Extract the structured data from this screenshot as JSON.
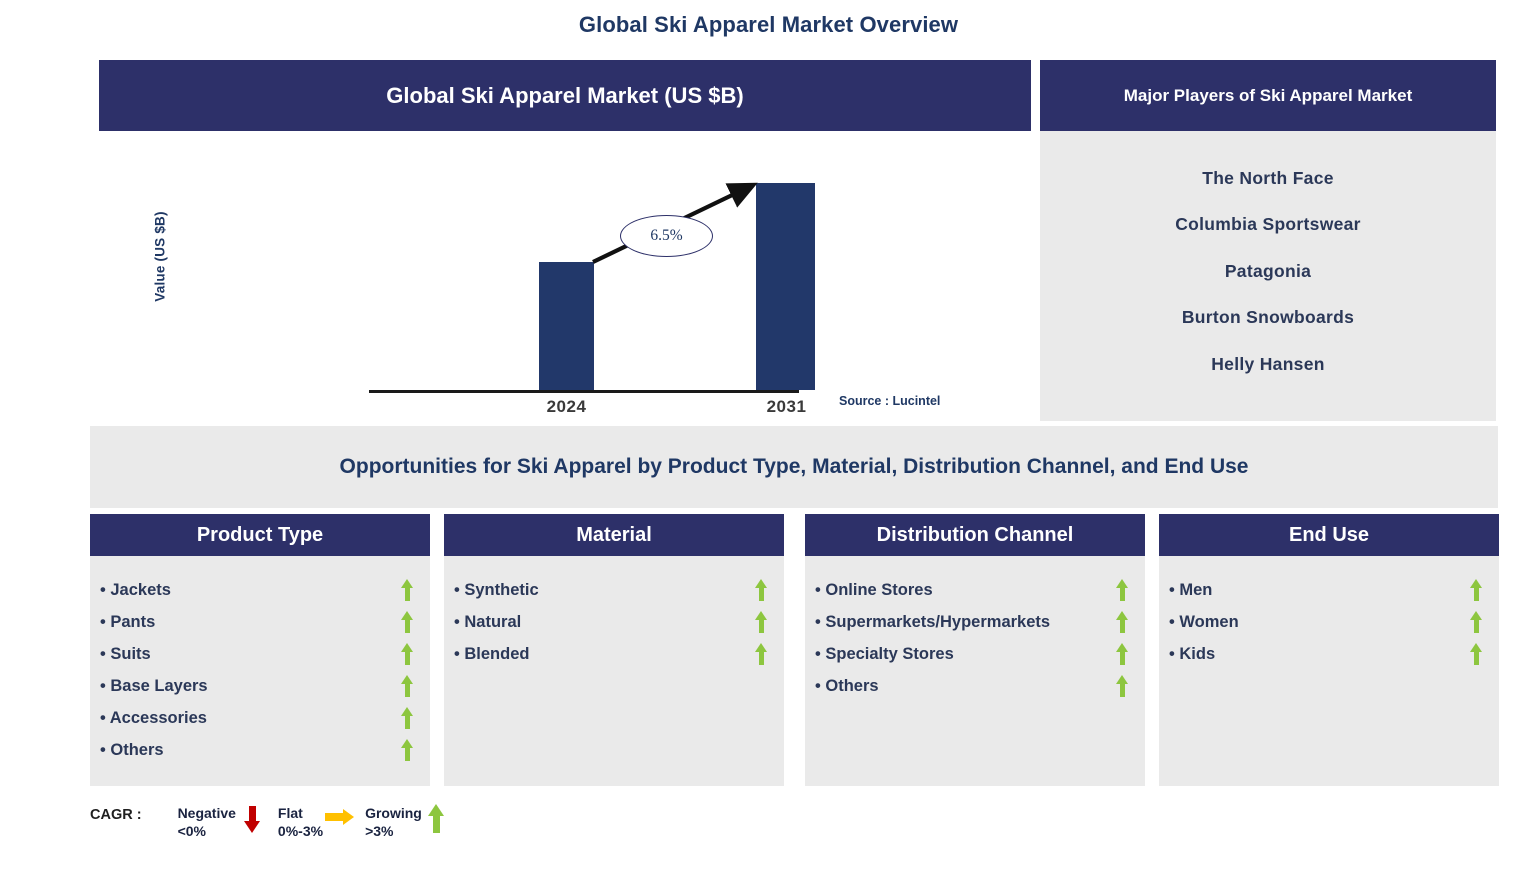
{
  "main_title": "Global Ski Apparel Market Overview",
  "chart_panel": {
    "header": "Global Ski Apparel Market (US $B)",
    "source": "Source : Lucintel"
  },
  "chart_data": {
    "type": "bar",
    "title": "Global Ski Apparel Market (US $B)",
    "categories": [
      "2024",
      "2031"
    ],
    "values": [
      62,
      100
    ],
    "ylabel": "Value (US $B)",
    "xlabel": "",
    "ylim": [
      0,
      118
    ],
    "grid": false,
    "legend": "none",
    "annotations": [
      {
        "label": "6.5%",
        "type": "cagr-bubble",
        "between": [
          "2024",
          "2031"
        ]
      }
    ],
    "bar_color": "#22386a",
    "source": "Source : Lucintel"
  },
  "players_panel": {
    "header": "Major Players of Ski Apparel Market",
    "items": [
      "The North Face",
      "Columbia Sportswear",
      "Patagonia",
      "Burton Snowboards",
      "Helly Hansen"
    ]
  },
  "opportunities_banner": "Opportunities for Ski Apparel by Product Type, Material, Distribution Channel, and End Use",
  "cards": [
    {
      "title": "Product Type",
      "items": [
        {
          "label": "• Jackets",
          "trend": "growing"
        },
        {
          "label": "• Pants",
          "trend": "growing"
        },
        {
          "label": "• Suits",
          "trend": "growing"
        },
        {
          "label": "• Base Layers",
          "trend": "growing"
        },
        {
          "label": "• Accessories",
          "trend": "growing"
        },
        {
          "label": "• Others",
          "trend": "growing"
        }
      ]
    },
    {
      "title": "Material",
      "items": [
        {
          "label": "• Synthetic",
          "trend": "growing"
        },
        {
          "label": "• Natural",
          "trend": "growing"
        },
        {
          "label": "• Blended",
          "trend": "growing"
        }
      ]
    },
    {
      "title": "Distribution Channel",
      "items": [
        {
          "label": "• Online  Stores",
          "trend": "growing"
        },
        {
          "label": "• Supermarkets/Hypermarkets",
          "trend": "growing"
        },
        {
          "label": "• Specialty  Stores",
          "trend": "growing"
        },
        {
          "label": "• Others",
          "trend": "growing"
        }
      ]
    },
    {
      "title": "End Use",
      "items": [
        {
          "label": "• Men",
          "trend": "growing"
        },
        {
          "label": "• Women",
          "trend": "growing"
        },
        {
          "label": "• Kids",
          "trend": "growing"
        }
      ]
    }
  ],
  "legend": {
    "title": "CAGR :",
    "items": [
      {
        "name": "Negative",
        "range": "<0%",
        "icon": "arrow-down-icon",
        "color": "#c00000"
      },
      {
        "name": "Flat",
        "range": "0%-3%",
        "icon": "arrow-right-icon",
        "color": "#ffc000"
      },
      {
        "name": "Growing",
        "range": ">3%",
        "icon": "arrow-up-icon",
        "color": "#8dc63f"
      }
    ]
  },
  "colors": {
    "navy_header": "#2d3069",
    "bar_navy": "#22386a",
    "panel_gray": "#eaeaea",
    "title_blue": "#1f3864",
    "green": "#8dc63f",
    "red": "#c00000",
    "amber": "#ffc000"
  }
}
